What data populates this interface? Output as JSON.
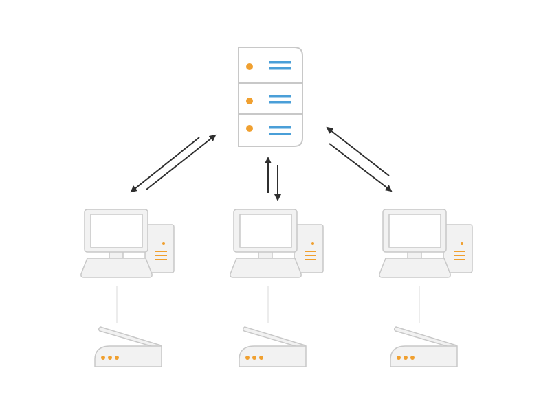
{
  "colors": {
    "device_fill": "#f2f2f2",
    "device_stroke": "#c8c8c8",
    "led": "#f0a030",
    "server_bars": "#4a9fd8",
    "arrow": "#2f2f2f",
    "link_line": "#d8d8d8"
  },
  "diagram": {
    "nodes": [
      {
        "id": "server",
        "icon": "server-rack-icon",
        "slots": 3
      },
      {
        "id": "computer-1",
        "icon": "desktop-computer-icon"
      },
      {
        "id": "computer-2",
        "icon": "desktop-computer-icon"
      },
      {
        "id": "computer-3",
        "icon": "desktop-computer-icon"
      },
      {
        "id": "router-1",
        "icon": "wifi-router-icon",
        "leds": 3
      },
      {
        "id": "router-2",
        "icon": "wifi-router-icon",
        "leds": 3
      },
      {
        "id": "router-3",
        "icon": "wifi-router-icon",
        "leds": 3
      }
    ],
    "edges": [
      {
        "from": "server",
        "to": "computer-1",
        "type": "bidirectional-arrows"
      },
      {
        "from": "server",
        "to": "computer-2",
        "type": "bidirectional-arrows"
      },
      {
        "from": "server",
        "to": "computer-3",
        "type": "bidirectional-arrows"
      },
      {
        "from": "computer-1",
        "to": "router-1",
        "type": "line"
      },
      {
        "from": "computer-2",
        "to": "router-2",
        "type": "line"
      },
      {
        "from": "computer-3",
        "to": "router-3",
        "type": "line"
      }
    ]
  }
}
